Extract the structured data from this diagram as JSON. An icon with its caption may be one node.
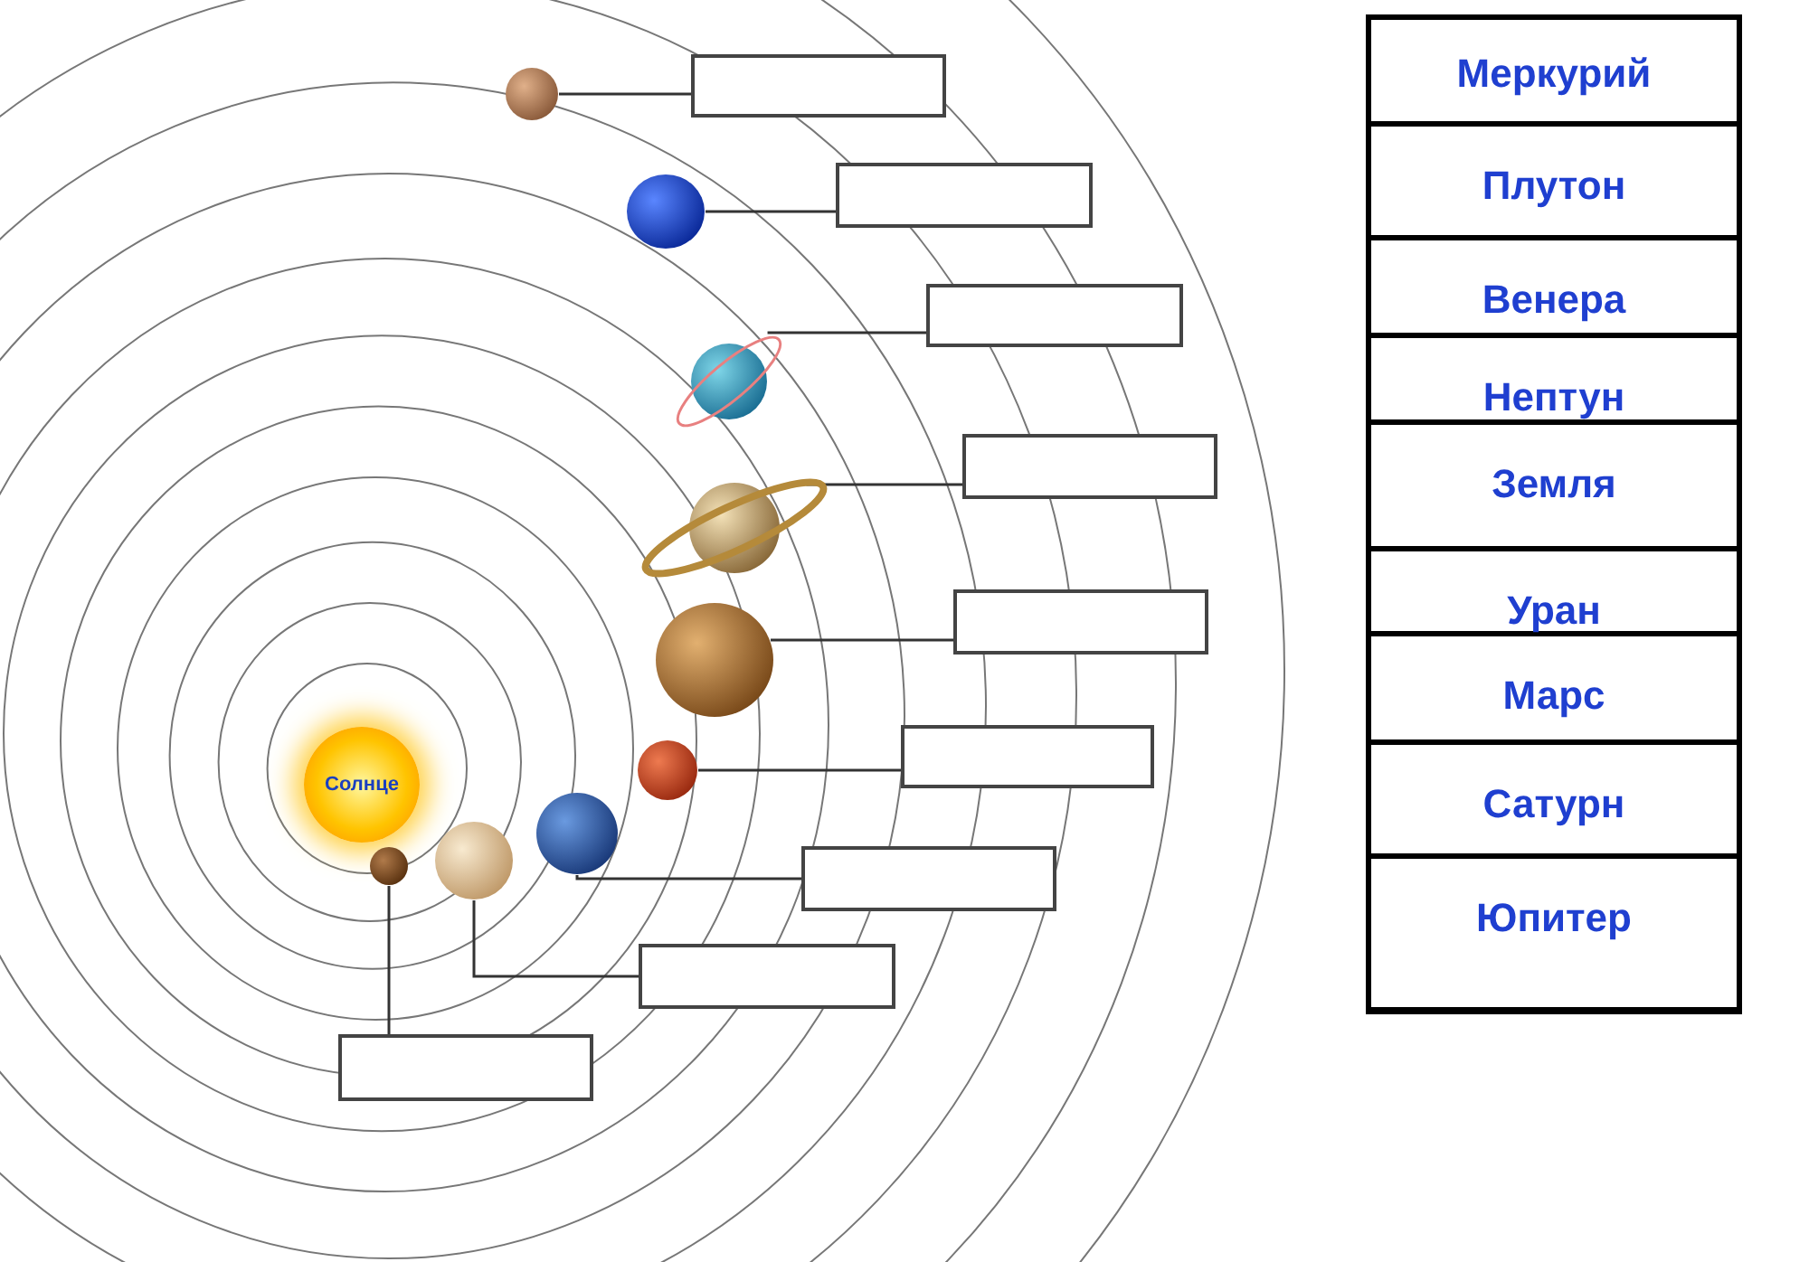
{
  "diagram": {
    "nodes": [
      {
        "text": [
          "Солнце"
        ]
      },
      {
        "text": [],
        "shape": "picture"
      },
      {
        "text": [],
        "shape": "picture"
      },
      {
        "text": [],
        "shape": "picture"
      },
      {
        "text": [],
        "shape": "picture"
      },
      {
        "text": [],
        "shape": "picture"
      },
      {
        "text": [],
        "shape": "picture"
      },
      {
        "text": [],
        "shape": "picture"
      },
      {
        "text": [],
        "shape": "picture"
      },
      {
        "text": [],
        "shape": "picture"
      },
      {
        "text": [],
        "shape": "box"
      },
      {
        "text": [],
        "shape": "box"
      },
      {
        "text": [],
        "shape": "box"
      },
      {
        "text": [],
        "shape": "box"
      },
      {
        "text": [],
        "shape": "box"
      },
      {
        "text": [],
        "shape": "box"
      },
      {
        "text": [],
        "shape": "box"
      },
      {
        "text": [],
        "shape": "box"
      },
      {
        "text": [],
        "shape": "box"
      }
    ],
    "edges": [
      {
        "from": 1,
        "to": 10,
        "arrow": "none"
      },
      {
        "from": 2,
        "to": 11,
        "arrow": "none"
      },
      {
        "from": 3,
        "to": 12,
        "arrow": "none"
      },
      {
        "from": 4,
        "to": 13,
        "arrow": "none"
      },
      {
        "from": 5,
        "to": 14,
        "arrow": "none"
      },
      {
        "from": 6,
        "to": 15,
        "arrow": "none"
      },
      {
        "from": 7,
        "to": 16,
        "arrow": "none"
      },
      {
        "from": 8,
        "to": 17,
        "arrow": "none"
      },
      {
        "from": 9,
        "to": 18,
        "arrow": "none"
      }
    ],
    "labels": [
      "Меркурий",
      "Плутон",
      "Венера",
      "Нептун",
      "Земля",
      "Уран",
      "Марс",
      "Сатурн",
      "Юпитер"
    ]
  }
}
